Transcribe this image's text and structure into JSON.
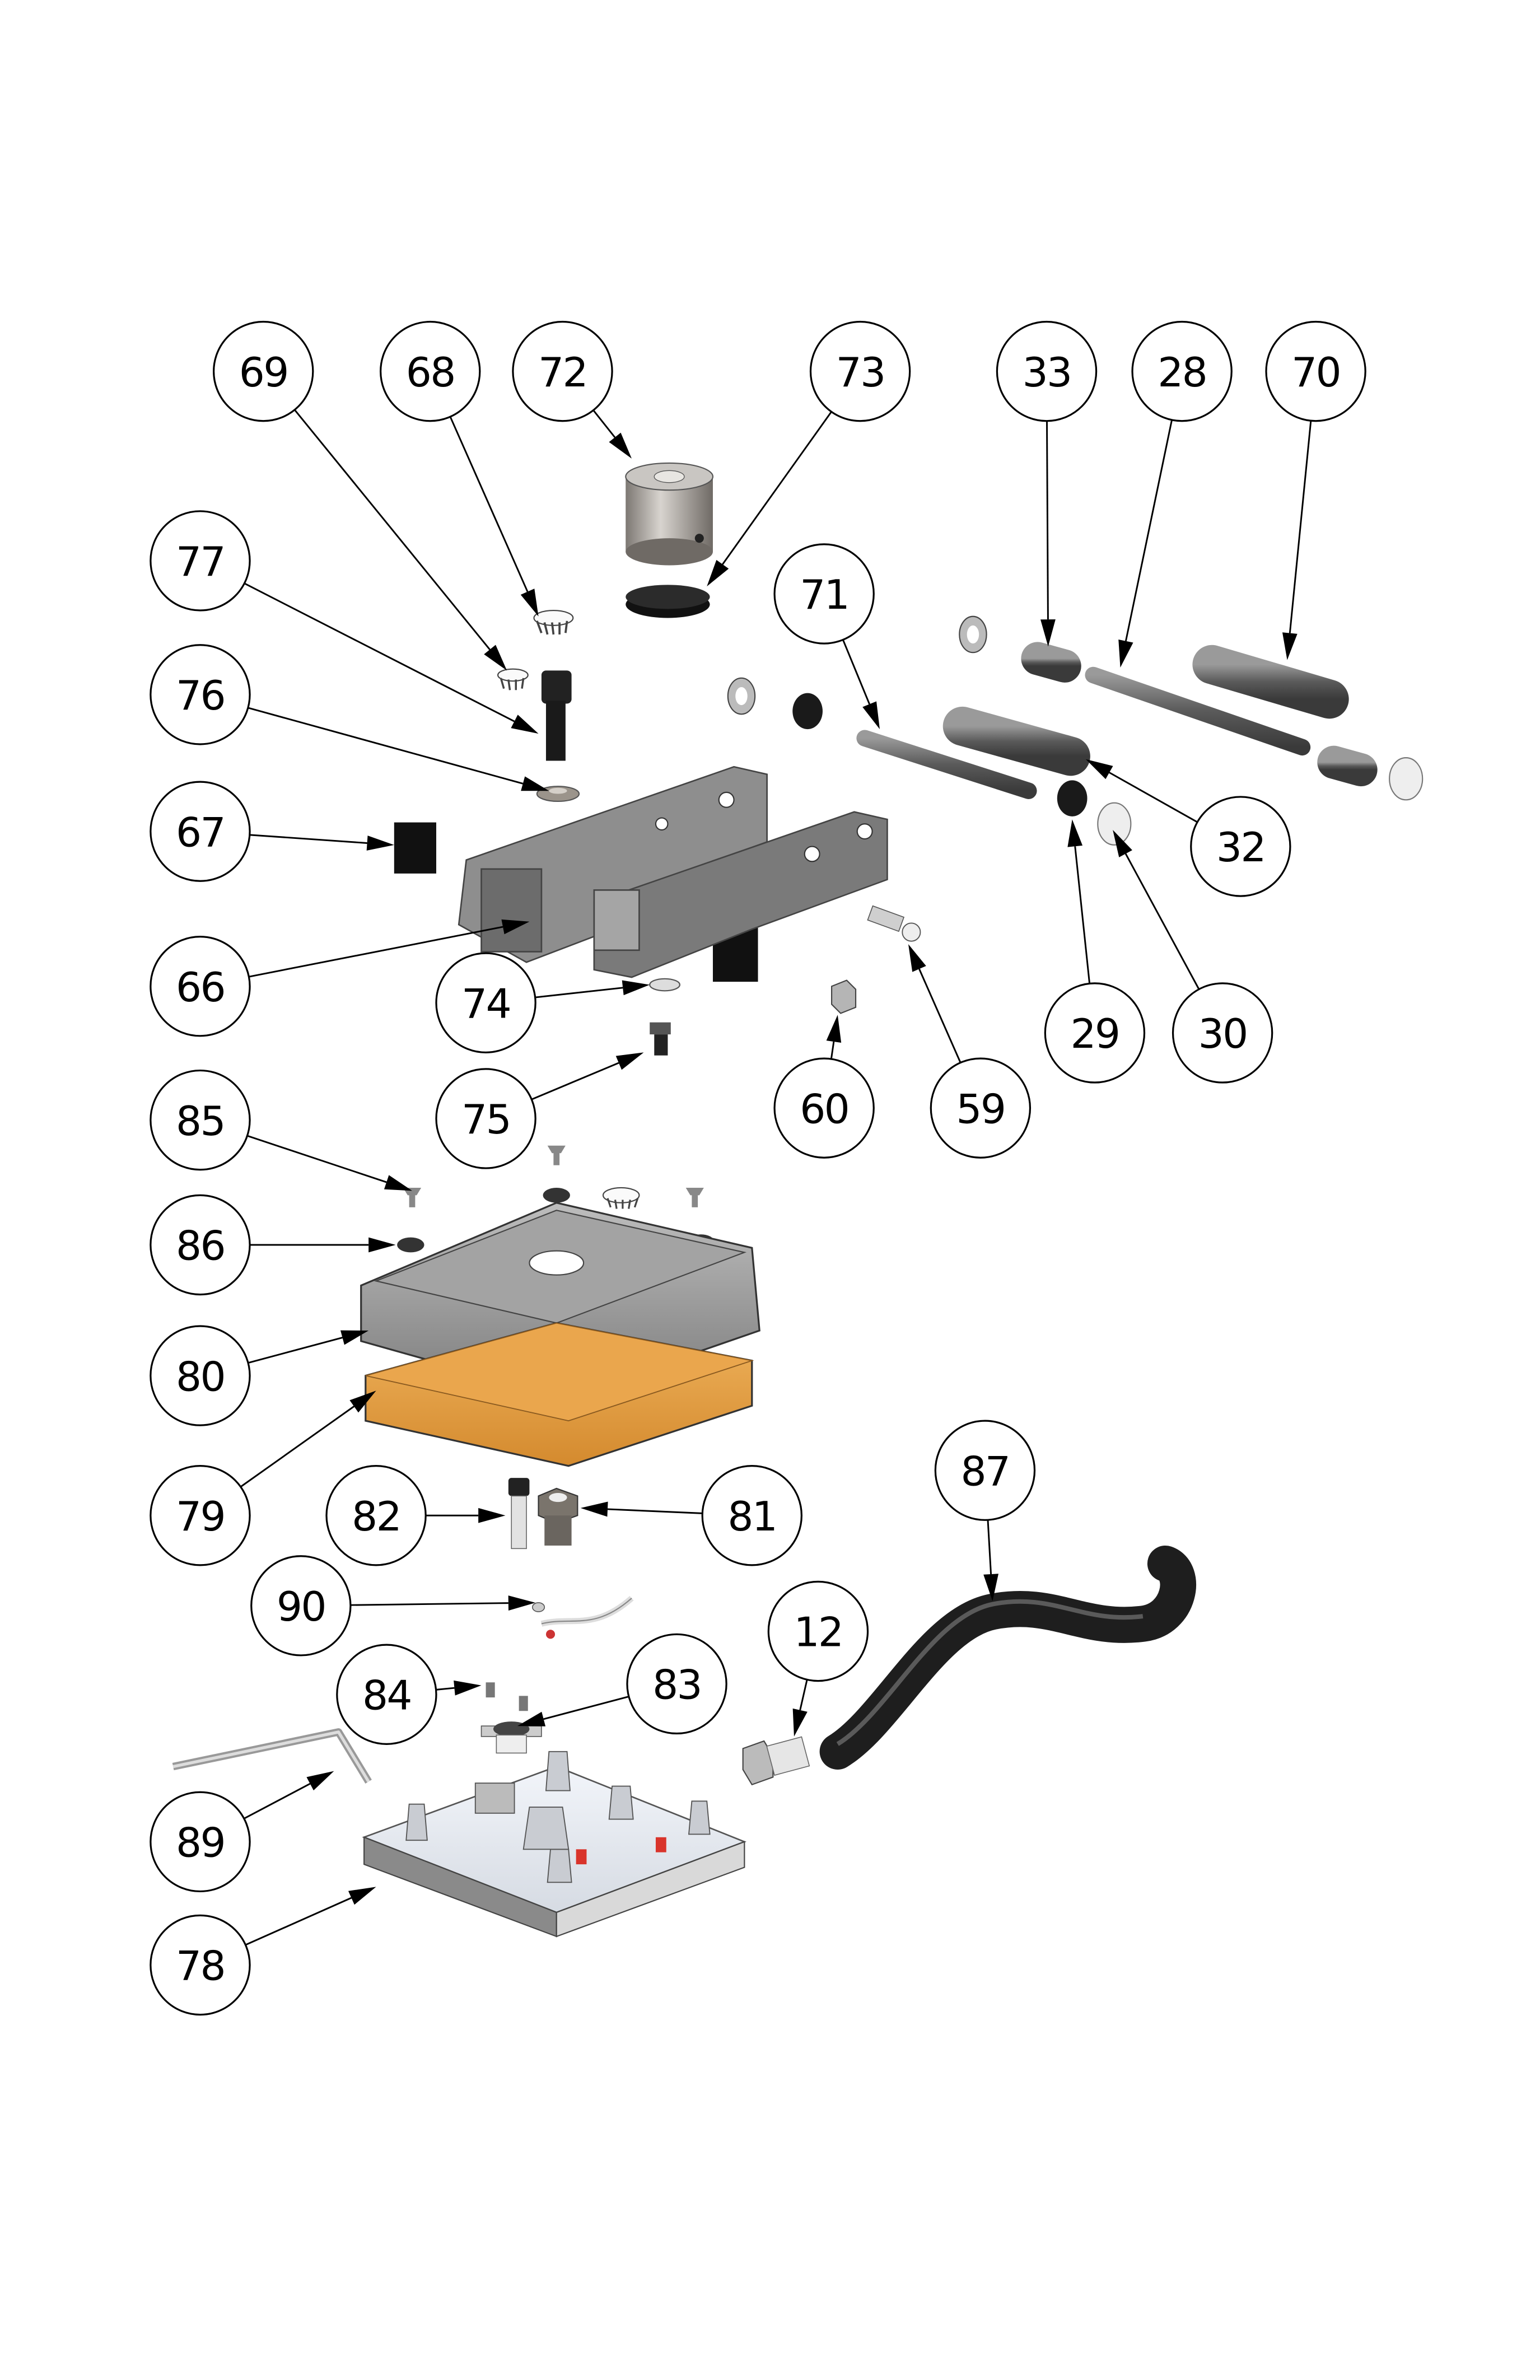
{
  "title": "Exploded assembly diagram with numbered part callouts",
  "colors": {
    "background": "#ffffff",
    "bubble_stroke": "#000000",
    "arm_gray": "#8c8c8c",
    "platen_gray": "#a9a9a9",
    "pad_orange": "#e6a04a",
    "base_plate": "#e6ebf2",
    "hose_black": "#1e1e1e",
    "accent_red": "#d9342b"
  },
  "callouts": [
    {
      "id": "69",
      "part": "snap-cap-small"
    },
    {
      "id": "68",
      "part": "snap-cap-large"
    },
    {
      "id": "72",
      "part": "magnet-cylinder"
    },
    {
      "id": "73",
      "part": "rubber-disc"
    },
    {
      "id": "33",
      "part": "bushing-short"
    },
    {
      "id": "28",
      "part": "rod-long"
    },
    {
      "id": "70",
      "part": "tube-long"
    },
    {
      "id": "77",
      "part": "socket-head-bolt"
    },
    {
      "id": "71",
      "part": "rod"
    },
    {
      "id": "76",
      "part": "washer-thick"
    },
    {
      "id": "67",
      "part": "end-cap-square"
    },
    {
      "id": "32",
      "part": "tube"
    },
    {
      "id": "66",
      "part": "swing-arm-frame"
    },
    {
      "id": "74",
      "part": "flat-washer"
    },
    {
      "id": "29",
      "part": "washer-black"
    },
    {
      "id": "30",
      "part": "dome-cap"
    },
    {
      "id": "75",
      "part": "shoulder-screw"
    },
    {
      "id": "60",
      "part": "hex-nut"
    },
    {
      "id": "59",
      "part": "ball-stud"
    },
    {
      "id": "85",
      "part": "flat-head-screw"
    },
    {
      "id": "86",
      "part": "spacer"
    },
    {
      "id": "80",
      "part": "upper-platen"
    },
    {
      "id": "79",
      "part": "heat-pad"
    },
    {
      "id": "87",
      "part": "hose"
    },
    {
      "id": "82",
      "part": "shoulder-bolt"
    },
    {
      "id": "81",
      "part": "hex-bushing"
    },
    {
      "id": "90",
      "part": "ground-wire"
    },
    {
      "id": "12",
      "part": "strain-relief"
    },
    {
      "id": "84",
      "part": "small-screw"
    },
    {
      "id": "83",
      "part": "thermostat"
    },
    {
      "id": "89",
      "part": "thermocouple-probe"
    },
    {
      "id": "78",
      "part": "base-plate"
    }
  ]
}
